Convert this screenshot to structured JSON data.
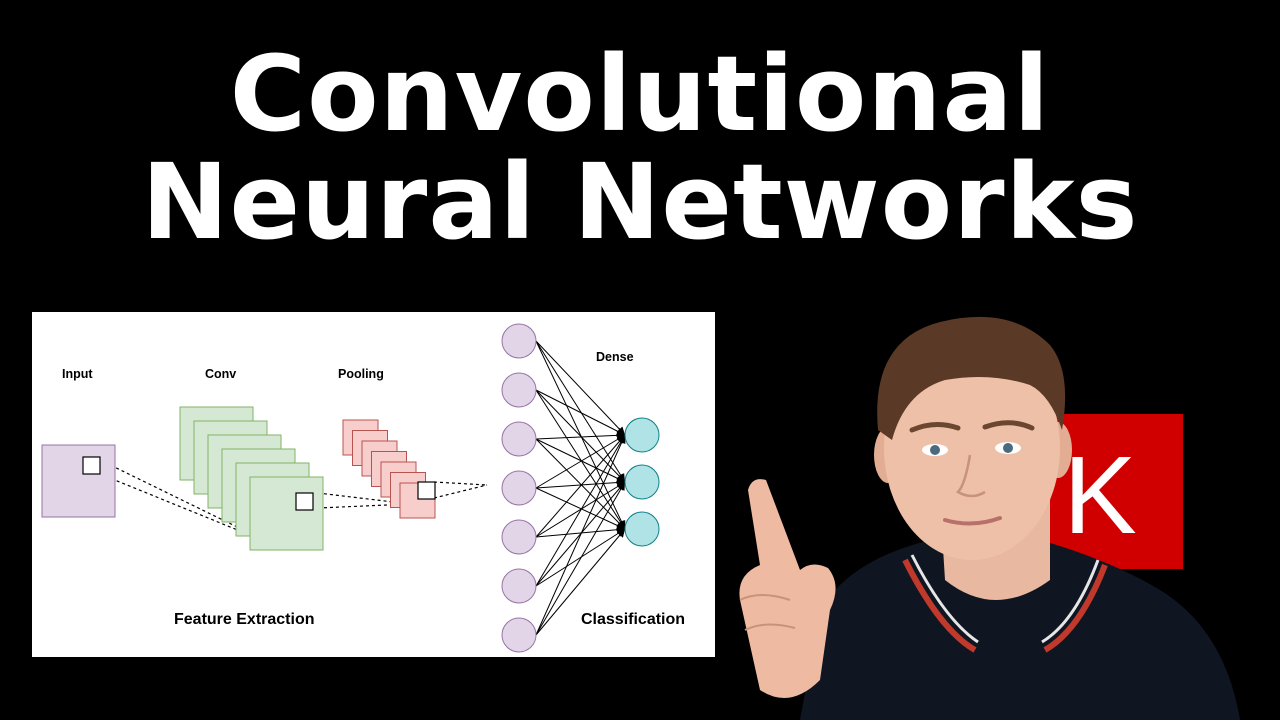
{
  "title": {
    "line1": "Convolutional",
    "line2": "Neural Networks"
  },
  "diagram": {
    "labels": {
      "input": "Input",
      "conv": "Conv",
      "pooling": "Pooling",
      "dense": "Dense",
      "feature_extraction": "Feature Extraction",
      "classification": "Classification"
    },
    "dense_input_nodes": 7,
    "dense_output_nodes": 3,
    "conv_feature_maps": 6,
    "pool_feature_maps": 7,
    "colors": {
      "input_fill": "#e1d5e7",
      "input_stroke": "#9673a6",
      "conv_fill": "#d5e8d4",
      "conv_stroke": "#82b366",
      "pool_fill": "#f8cecc",
      "pool_stroke": "#b85450",
      "node_in_fill": "#e1d5e7",
      "node_out_fill": "#b0e3e6",
      "node_out_stroke": "#0e8088"
    }
  },
  "logo": {
    "letter": "K",
    "color": "#d00000"
  }
}
